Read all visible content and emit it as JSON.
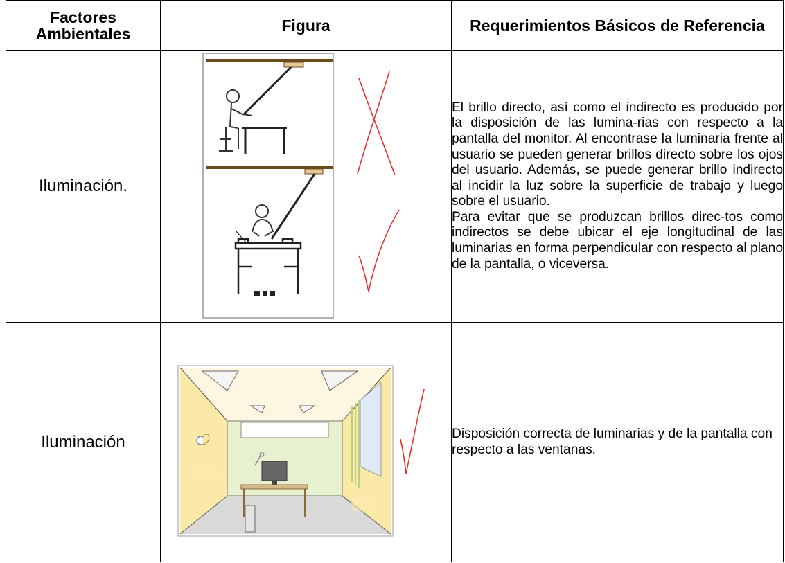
{
  "headers": {
    "factor": "Factores Ambientales",
    "figure": "Figura",
    "requirements": "Requerimientos Básicos de Referencia"
  },
  "rows": [
    {
      "factor": "Iluminación.",
      "requirements": [
        "El brillo directo, así como el indirecto es producido por la disposición de las lumina-rias con respecto a la pantalla del monitor. Al encontrase la luminaria frente al usuario se pueden generar brillos directo sobre los ojos del usuario. Además, se puede generar brillo indirecto al incidir la luz sobre la superficie de trabajo y luego sobre el usuario.",
        "Para evitar que se produzcan brillos direc-tos como indirectos se debe ubicar el eje longitudinal de las luminarias en forma perpendicular con respecto al plano de la pantalla, o viceversa."
      ],
      "figure_icons": [
        "cross-mark-icon",
        "check-mark-icon"
      ]
    },
    {
      "factor": "Iluminación",
      "requirements": "Disposición correcta de luminarias y de la pantalla con respecto a las ventanas.",
      "figure_icons": [
        "check-mark-icon"
      ]
    }
  ],
  "colors": {
    "mark_red": "#e8302a",
    "ceiling_brown": "#6b4b1c",
    "fixture_tan": "#e8c89a",
    "room_wall": "#fbf1c6",
    "room_back": "#e8f1cf"
  }
}
